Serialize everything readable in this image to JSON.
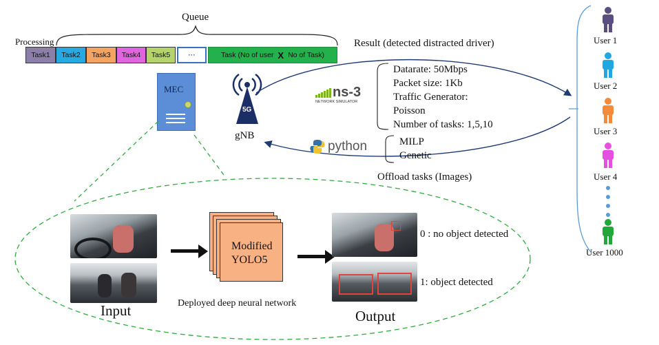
{
  "queue": {
    "title": "Queue",
    "processing_label": "Processing",
    "tasks": [
      {
        "label": "Task1",
        "color": "#8c7fa8"
      },
      {
        "label": "Task2",
        "color": "#29a9e1"
      },
      {
        "label": "Task3",
        "color": "#f4a460"
      },
      {
        "label": "Task4",
        "color": "#e066e0"
      },
      {
        "label": "Task5",
        "color": "#b5d36b"
      },
      {
        "label": "···",
        "color": "#ffffff"
      }
    ],
    "aggregate": {
      "label_a": "Task (No of user",
      "x": "X",
      "label_b": "No of Task)",
      "color": "#22b14c"
    }
  },
  "mec": {
    "label": "MEC",
    "color": "#5b8ed6"
  },
  "gnb": {
    "label": "gNB",
    "badge": "5G"
  },
  "result_label": "Result (detected distracted driver)",
  "offload_label": "Offload tasks (Images)",
  "ns3": {
    "logo_text": "ns-3",
    "logo_sub": "NETWORK SIMULATOR",
    "params": [
      "Datarate: 50Mbps",
      "Packet size: 1Kb",
      "Traffic Generator:",
      "Poisson",
      "Number of tasks: 1,5,10"
    ]
  },
  "python": {
    "logo_text": "python",
    "methods": [
      "MILP",
      "Genetic"
    ]
  },
  "users": [
    {
      "label": "User 1",
      "color": "#5a4e80"
    },
    {
      "label": "User 2",
      "color": "#1ea7e1"
    },
    {
      "label": "User 3",
      "color": "#f58a3a"
    },
    {
      "label": "User 4",
      "color": "#e64fe0"
    },
    {
      "label": "User 1000",
      "color": "#22a83a"
    }
  ],
  "pipeline": {
    "input_label": "Input",
    "model_label_1": "Modified",
    "model_label_2": "YOLO5",
    "model_caption": "Deployed deep neural network",
    "output_label": "Output",
    "result_0": "0 : no object detected",
    "result_1": "1: object detected"
  },
  "colors": {
    "dashed_green": "#2eaa3e",
    "arrow_blue": "#1f3b73",
    "bracket_blue": "#5b9bd5",
    "model_fill": "#f8b183"
  }
}
